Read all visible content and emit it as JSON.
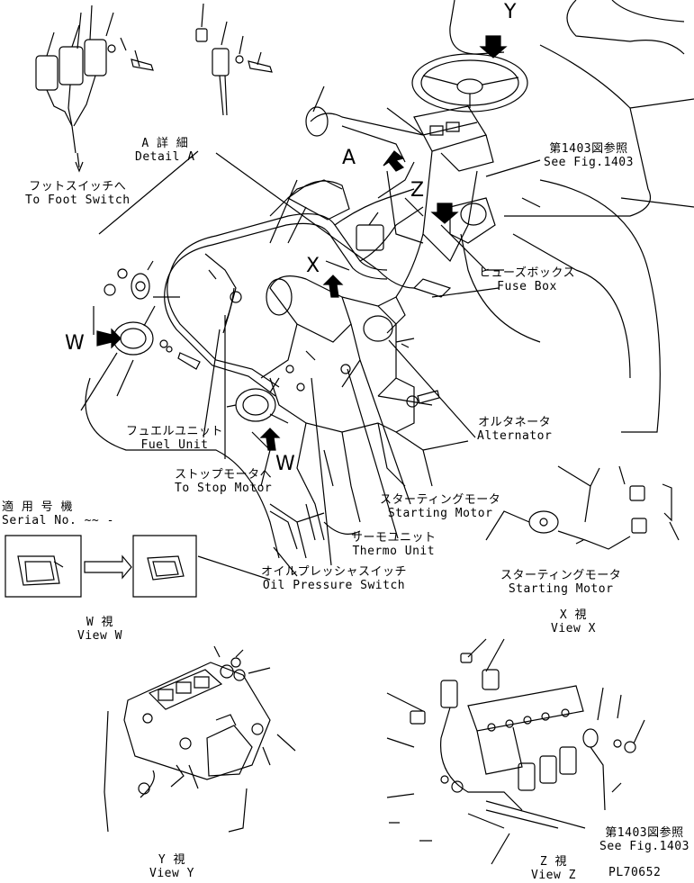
{
  "labels": {
    "detail_a_jp": "A 詳 細",
    "detail_a_en": "Detail A",
    "foot_switch_jp": "フットスイッチへ",
    "foot_switch_en": "To Foot Switch",
    "see_fig_jp_top": "第1403図参照",
    "see_fig_en_top": "See Fig.1403",
    "fuse_box_jp": "ヒューズボックス",
    "fuse_box_en": "Fuse Box",
    "alternator_jp": "オルタネータ",
    "alternator_en": "Alternator",
    "fuel_unit_jp": "フュエルユニット",
    "fuel_unit_en": "Fuel Unit",
    "stop_motor_jp": "ストップモータへ",
    "stop_motor_en": "To Stop Motor",
    "starting_motor_jp": "スターティングモータ",
    "starting_motor_en": "Starting Motor",
    "thermo_unit_jp": "サーモユニット",
    "thermo_unit_en": "Thermo Unit",
    "oil_pressure_jp": "オイルプレッシャスイッチ",
    "oil_pressure_en": "Oil Pressure Switch",
    "serial_jp": "適 用 号 機",
    "serial_en": "Serial No. ~~ ‐",
    "view_w_jp": "W 視",
    "view_w_en": "View W",
    "view_x_jp": "X 視",
    "view_x_en": "View X",
    "starting_motor2_jp": "スターティングモータ",
    "starting_motor2_en": "Starting Motor",
    "view_y_jp": "Y 視",
    "view_y_en": "View Y",
    "view_z_jp": "Z 視",
    "view_z_en": "View Z",
    "see_fig_jp_bottom": "第1403図参照",
    "see_fig_en_bottom": "See Fig.1403",
    "part_code": "PL70652"
  },
  "markers": {
    "A": "A",
    "X": "X",
    "Y": "Y",
    "Z": "Z",
    "W_left": "W",
    "W_bottom": "W"
  }
}
